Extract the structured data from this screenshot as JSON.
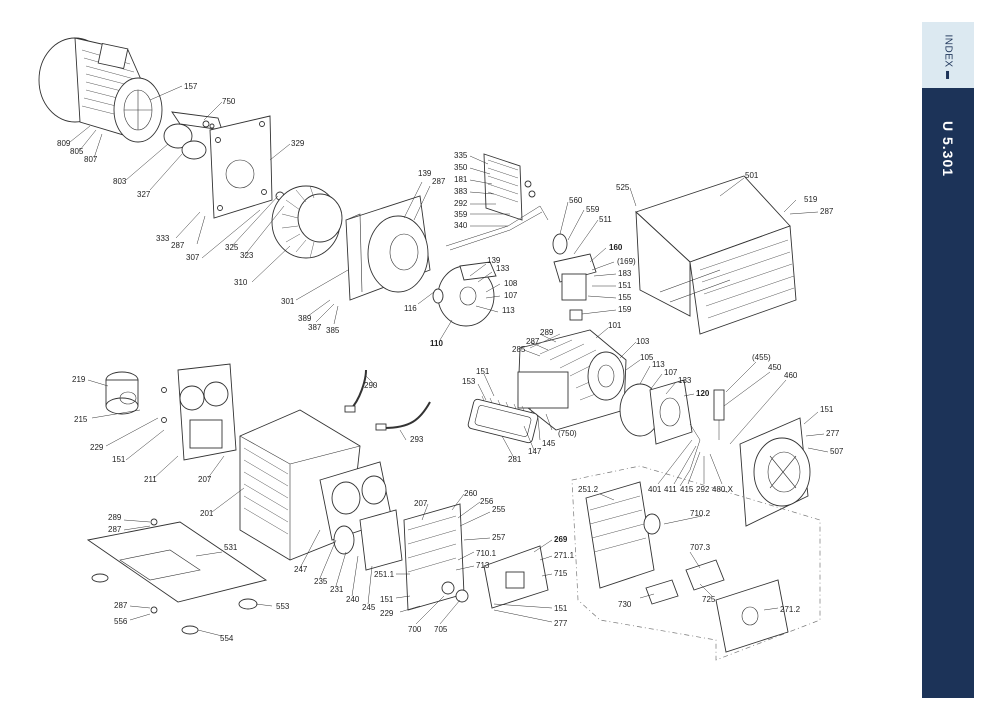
{
  "sidebar": {
    "index_label": "INDEX",
    "model_label": "U 5.301"
  },
  "labels": [
    "157",
    "750",
    "809",
    "805",
    "807",
    "803",
    "327",
    "329",
    "333",
    "287",
    "307",
    "325",
    "323",
    "310",
    "301",
    "139",
    "287",
    "389",
    "387",
    "385",
    "335",
    "350",
    "181",
    "383",
    "292",
    "359",
    "340",
    "560",
    "559",
    "511",
    "160",
    "(169)",
    "183",
    "151",
    "155",
    "159",
    "525",
    "501",
    "519",
    "287",
    "139",
    "133",
    "108",
    "107",
    "113",
    "116",
    "110",
    "289",
    "287",
    "285",
    "101",
    "103",
    "105",
    "113",
    "107",
    "133",
    "120",
    "(455)",
    "450",
    "460",
    "151",
    "153",
    "145",
    "(750)",
    "147",
    "281",
    "219",
    "215",
    "229",
    "151",
    "211",
    "207",
    "290",
    "293",
    "201",
    "151",
    "277",
    "507",
    "401",
    "411",
    "415",
    "292",
    "480.X",
    "251.2",
    "710.2",
    "707.3",
    "725",
    "730",
    "271.2",
    "289",
    "287",
    "531",
    "287",
    "556",
    "553",
    "554",
    "247",
    "235",
    "231",
    "240",
    "245",
    "207",
    "260",
    "256",
    "255",
    "257",
    "710.1",
    "713",
    "251.1",
    "151",
    "229",
    "700",
    "705",
    "269",
    "271.1",
    "715",
    "151",
    "277"
  ]
}
